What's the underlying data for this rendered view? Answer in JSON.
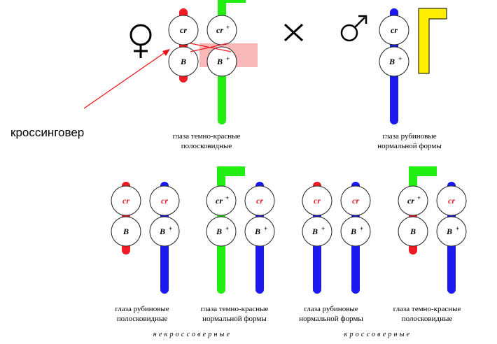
{
  "labels": {
    "crossing_over": "кроссинговер"
  },
  "parents": {
    "female": {
      "sex_symbol": "♀",
      "caption_line1": "глаза  темно-красные",
      "caption_line2": "полосковидные"
    },
    "male": {
      "sex_symbol": "♂",
      "caption_line1": "глаза рубиновые",
      "caption_line2": "нормальной формы"
    },
    "cross_symbol": "×"
  },
  "alleles": {
    "cr": "cr",
    "cr_plus": "cr",
    "b": "B",
    "b_plus": "B",
    "plus": "+"
  },
  "offspring": [
    {
      "caption_line1": "глаза рубиновые",
      "caption_line2": "полосковидные"
    },
    {
      "caption_line1": "глаза темно-красные",
      "caption_line2": "нормальной формы"
    },
    {
      "caption_line1": "глаза рубиновые",
      "caption_line2": "нормальной формы"
    },
    {
      "caption_line1": "глаза темно-красные",
      "caption_line2": "полосковидные"
    }
  ],
  "groups": {
    "noncrossover": "некроссоверные",
    "crossover": "кроссоверные"
  },
  "colors": {
    "red": "#ee1c24",
    "green": "#22ee11",
    "blue": "#1a1aee",
    "yellow": "#ffee00",
    "highlight": "#f8b8b8",
    "arrow": "#ee1111"
  }
}
